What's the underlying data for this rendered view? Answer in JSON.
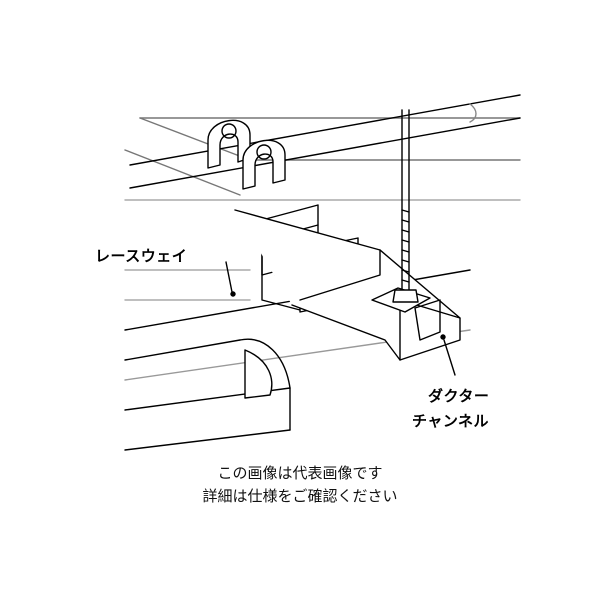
{
  "labels": {
    "raceway": "レースウェイ",
    "duct_channel_line1": "ダクター",
    "duct_channel_line2": "チャンネル"
  },
  "caption": {
    "line1": "この画像は代表画像です",
    "line2": "詳細は仕様をご確認ください"
  }
}
